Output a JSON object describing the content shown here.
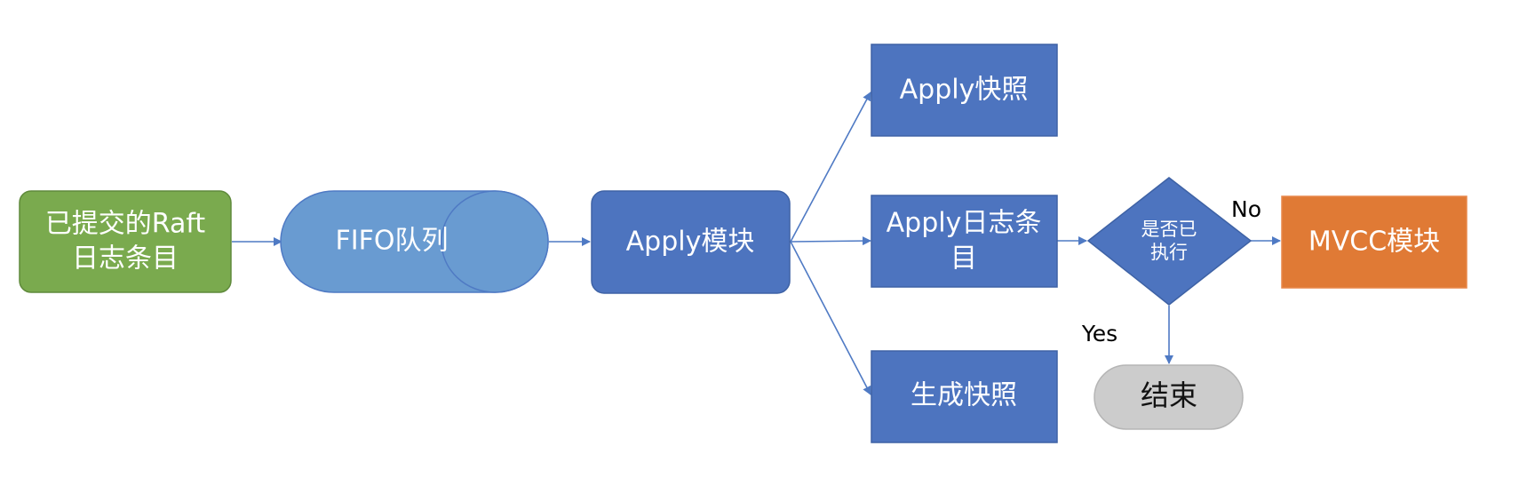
{
  "colors": {
    "edge": "#4f7ac4",
    "source_fill": "#7aaa4e",
    "source_stroke": "#5f8a3b",
    "queue_fill": "#699bd1",
    "queue_stroke": "#4f7ac4",
    "process_fill": "#4d74bf",
    "process_stroke": "#3e62a5",
    "result_fill": "#e07a35",
    "end_fill": "#cccccc",
    "end_stroke": "#b5b5b5",
    "label_text": "#ffffff"
  },
  "nodes": {
    "source": {
      "lines": [
        "已提交的Raft",
        "日志条目"
      ],
      "shape": "rounded-rect"
    },
    "queue": {
      "lines": [
        "FIFO队列"
      ],
      "shape": "cylinder"
    },
    "apply_module": {
      "lines": [
        "Apply模块"
      ],
      "shape": "rounded-rect"
    },
    "apply_snapshot": {
      "lines": [
        "Apply快照"
      ],
      "shape": "rect"
    },
    "apply_log": {
      "lines": [
        "Apply日志条",
        "目"
      ],
      "shape": "rect"
    },
    "gen_snapshot": {
      "lines": [
        "生成快照"
      ],
      "shape": "rect"
    },
    "decision": {
      "lines": [
        "是否已",
        "执行"
      ],
      "shape": "diamond"
    },
    "mvcc": {
      "lines": [
        "MVCC模块"
      ],
      "shape": "rect"
    },
    "end": {
      "lines": [
        "结束"
      ],
      "shape": "stadium"
    }
  },
  "edges": [
    {
      "from": "source",
      "to": "queue"
    },
    {
      "from": "queue",
      "to": "apply_module"
    },
    {
      "from": "apply_module",
      "to": "apply_snapshot"
    },
    {
      "from": "apply_module",
      "to": "apply_log"
    },
    {
      "from": "apply_module",
      "to": "gen_snapshot"
    },
    {
      "from": "apply_log",
      "to": "decision"
    },
    {
      "from": "decision",
      "to": "mvcc",
      "label": "No"
    },
    {
      "from": "decision",
      "to": "end",
      "label": "Yes"
    }
  ]
}
